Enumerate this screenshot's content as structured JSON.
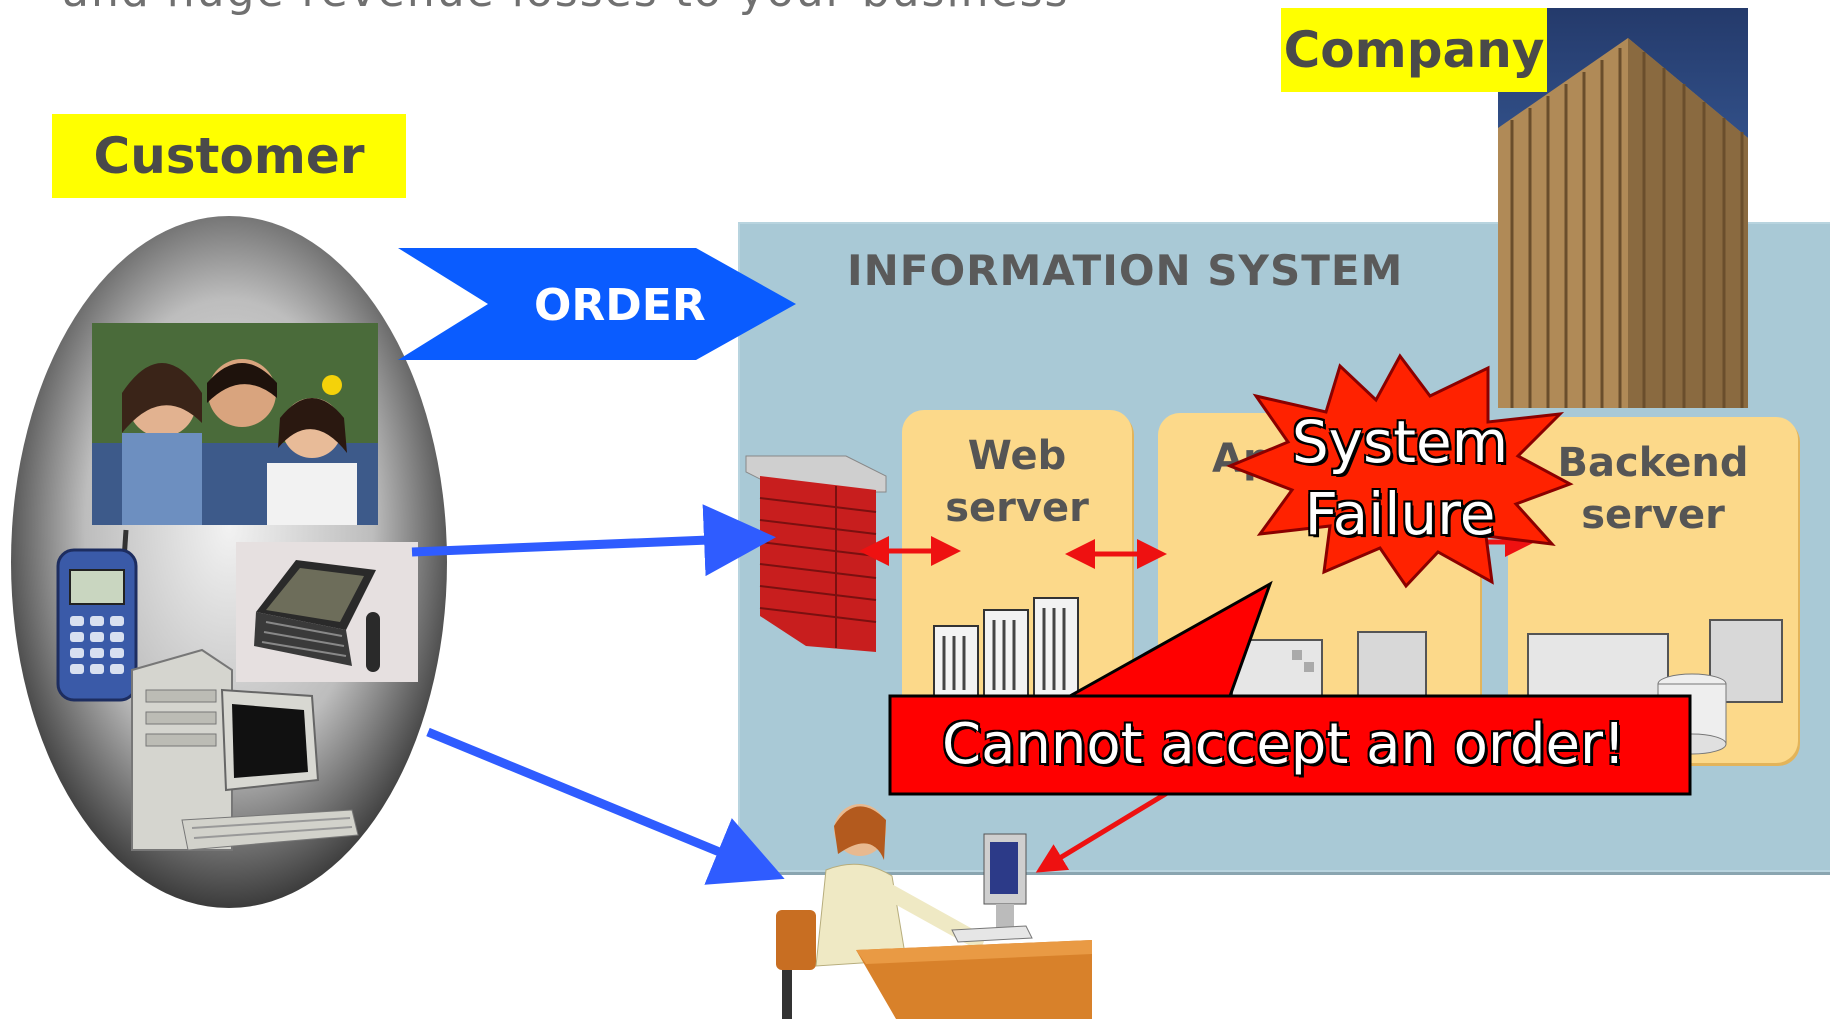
{
  "headline": "and huge revenue losses to your business",
  "labels": {
    "customer": "Customer",
    "company": "Company",
    "order": "ORDER",
    "information_system": "INFORMATION SYSTEM",
    "web_server": [
      "Web",
      "server"
    ],
    "app_server_partial": "Ap",
    "backend_server": [
      "Backend",
      "server"
    ],
    "system_failure": [
      "System",
      "Failure"
    ],
    "cannot_accept": "Cannot accept an order!"
  },
  "colors": {
    "label_bg": "#ffff00",
    "panel_bg": "#a9c9d6",
    "server_box": "#fcd98a",
    "order_arrow": "#0a5cff",
    "flow_arrow": "#2f5cff",
    "alert_red": "#ff0000"
  }
}
